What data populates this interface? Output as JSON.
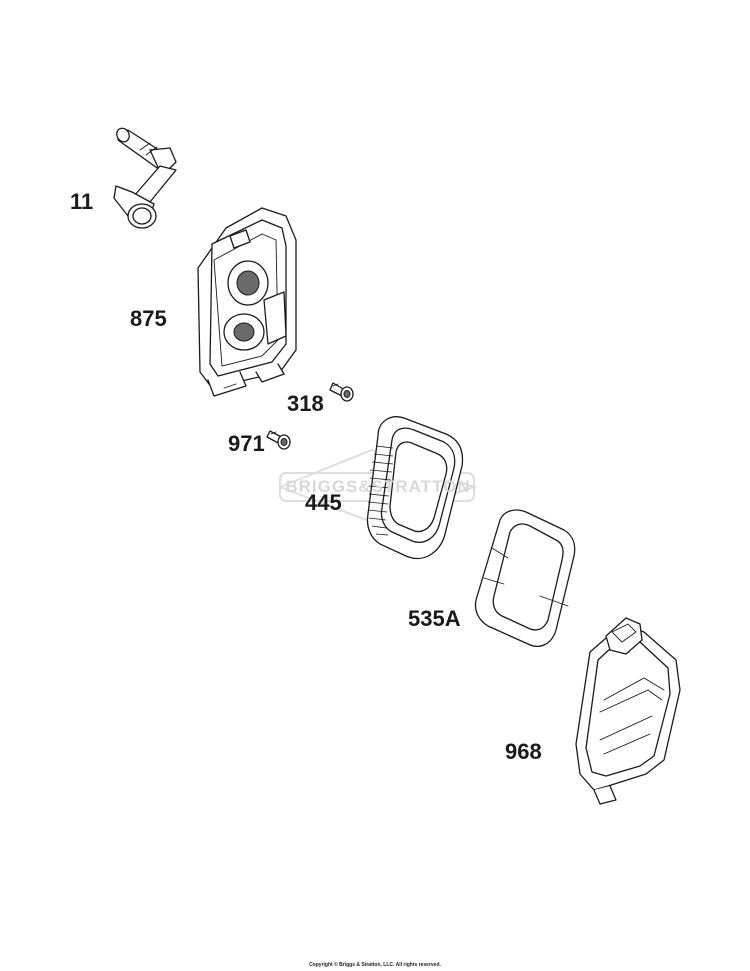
{
  "parts": [
    {
      "id": "11",
      "label": "11",
      "name": "breather-tube"
    },
    {
      "id": "875",
      "label": "875",
      "name": "air-cleaner-base"
    },
    {
      "id": "318",
      "label": "318",
      "name": "screw"
    },
    {
      "id": "971",
      "label": "971",
      "name": "screw"
    },
    {
      "id": "445",
      "label": "445",
      "name": "air-filter-cartridge"
    },
    {
      "id": "535A",
      "label": "535A",
      "name": "pre-cleaner"
    },
    {
      "id": "968",
      "label": "968",
      "name": "air-cleaner-cover"
    }
  ],
  "watermark": "BRIGGS&STRATTON",
  "copyright": "Copyright © Briggs & Stratton, LLC. All rights reserved.",
  "colors": {
    "line": "#1a1a1a",
    "background": "#ffffff",
    "watermark": "#d8d8d8"
  }
}
